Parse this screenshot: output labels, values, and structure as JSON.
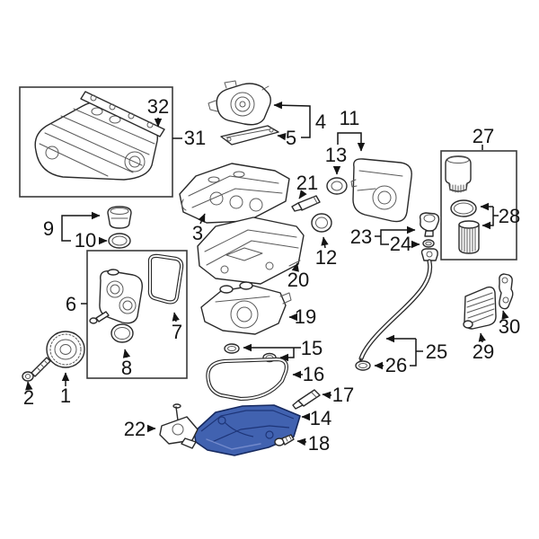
{
  "diagram": {
    "kind": "engine-exploded-parts-diagram",
    "background": "#ffffff",
    "line_color": "#2a2a2a",
    "highlight_color": "#4162b0",
    "highlight_outline": "#16295f",
    "highlighted_callout": "14",
    "inset_boxes": [
      "31",
      "6",
      "27"
    ]
  },
  "callouts": [
    {
      "label": "1"
    },
    {
      "label": "2"
    },
    {
      "label": "3"
    },
    {
      "label": "4"
    },
    {
      "label": "5"
    },
    {
      "label": "6"
    },
    {
      "label": "7"
    },
    {
      "label": "8"
    },
    {
      "label": "9"
    },
    {
      "label": "10"
    },
    {
      "label": "11"
    },
    {
      "label": "12"
    },
    {
      "label": "13"
    },
    {
      "label": "14"
    },
    {
      "label": "15"
    },
    {
      "label": "16"
    },
    {
      "label": "17"
    },
    {
      "label": "18"
    },
    {
      "label": "19"
    },
    {
      "label": "20"
    },
    {
      "label": "21"
    },
    {
      "label": "22"
    },
    {
      "label": "23"
    },
    {
      "label": "24"
    },
    {
      "label": "25"
    },
    {
      "label": "26"
    },
    {
      "label": "27"
    },
    {
      "label": "28"
    },
    {
      "label": "29"
    },
    {
      "label": "30"
    },
    {
      "label": "31"
    },
    {
      "label": "32"
    }
  ]
}
